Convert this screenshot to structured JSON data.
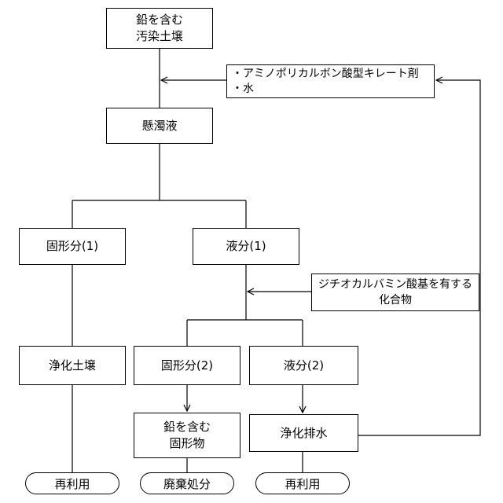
{
  "boxes": {
    "soil": {
      "line1": "鉛を含む",
      "line2": "汚染土壌"
    },
    "reagent": {
      "line1": "・アミノポリカルボン酸型キレート剤",
      "line2": "・水"
    },
    "suspension": "懸濁液",
    "solid1": "固形分(1)",
    "liquid1": "液分(1)",
    "dithio": {
      "line1": "ジチオカルバミン酸基を有する",
      "line2": "化合物"
    },
    "purified_soil": "浄化土壌",
    "solid2": "固形分(2)",
    "liquid2": "液分(2)",
    "lead_solid": {
      "line1": "鉛を含む",
      "line2": "固形物"
    },
    "purified_water": "浄化排水"
  },
  "terminals": {
    "reuse_soil": "再利用",
    "disposal": "廃棄処分",
    "reuse_water": "再利用"
  }
}
